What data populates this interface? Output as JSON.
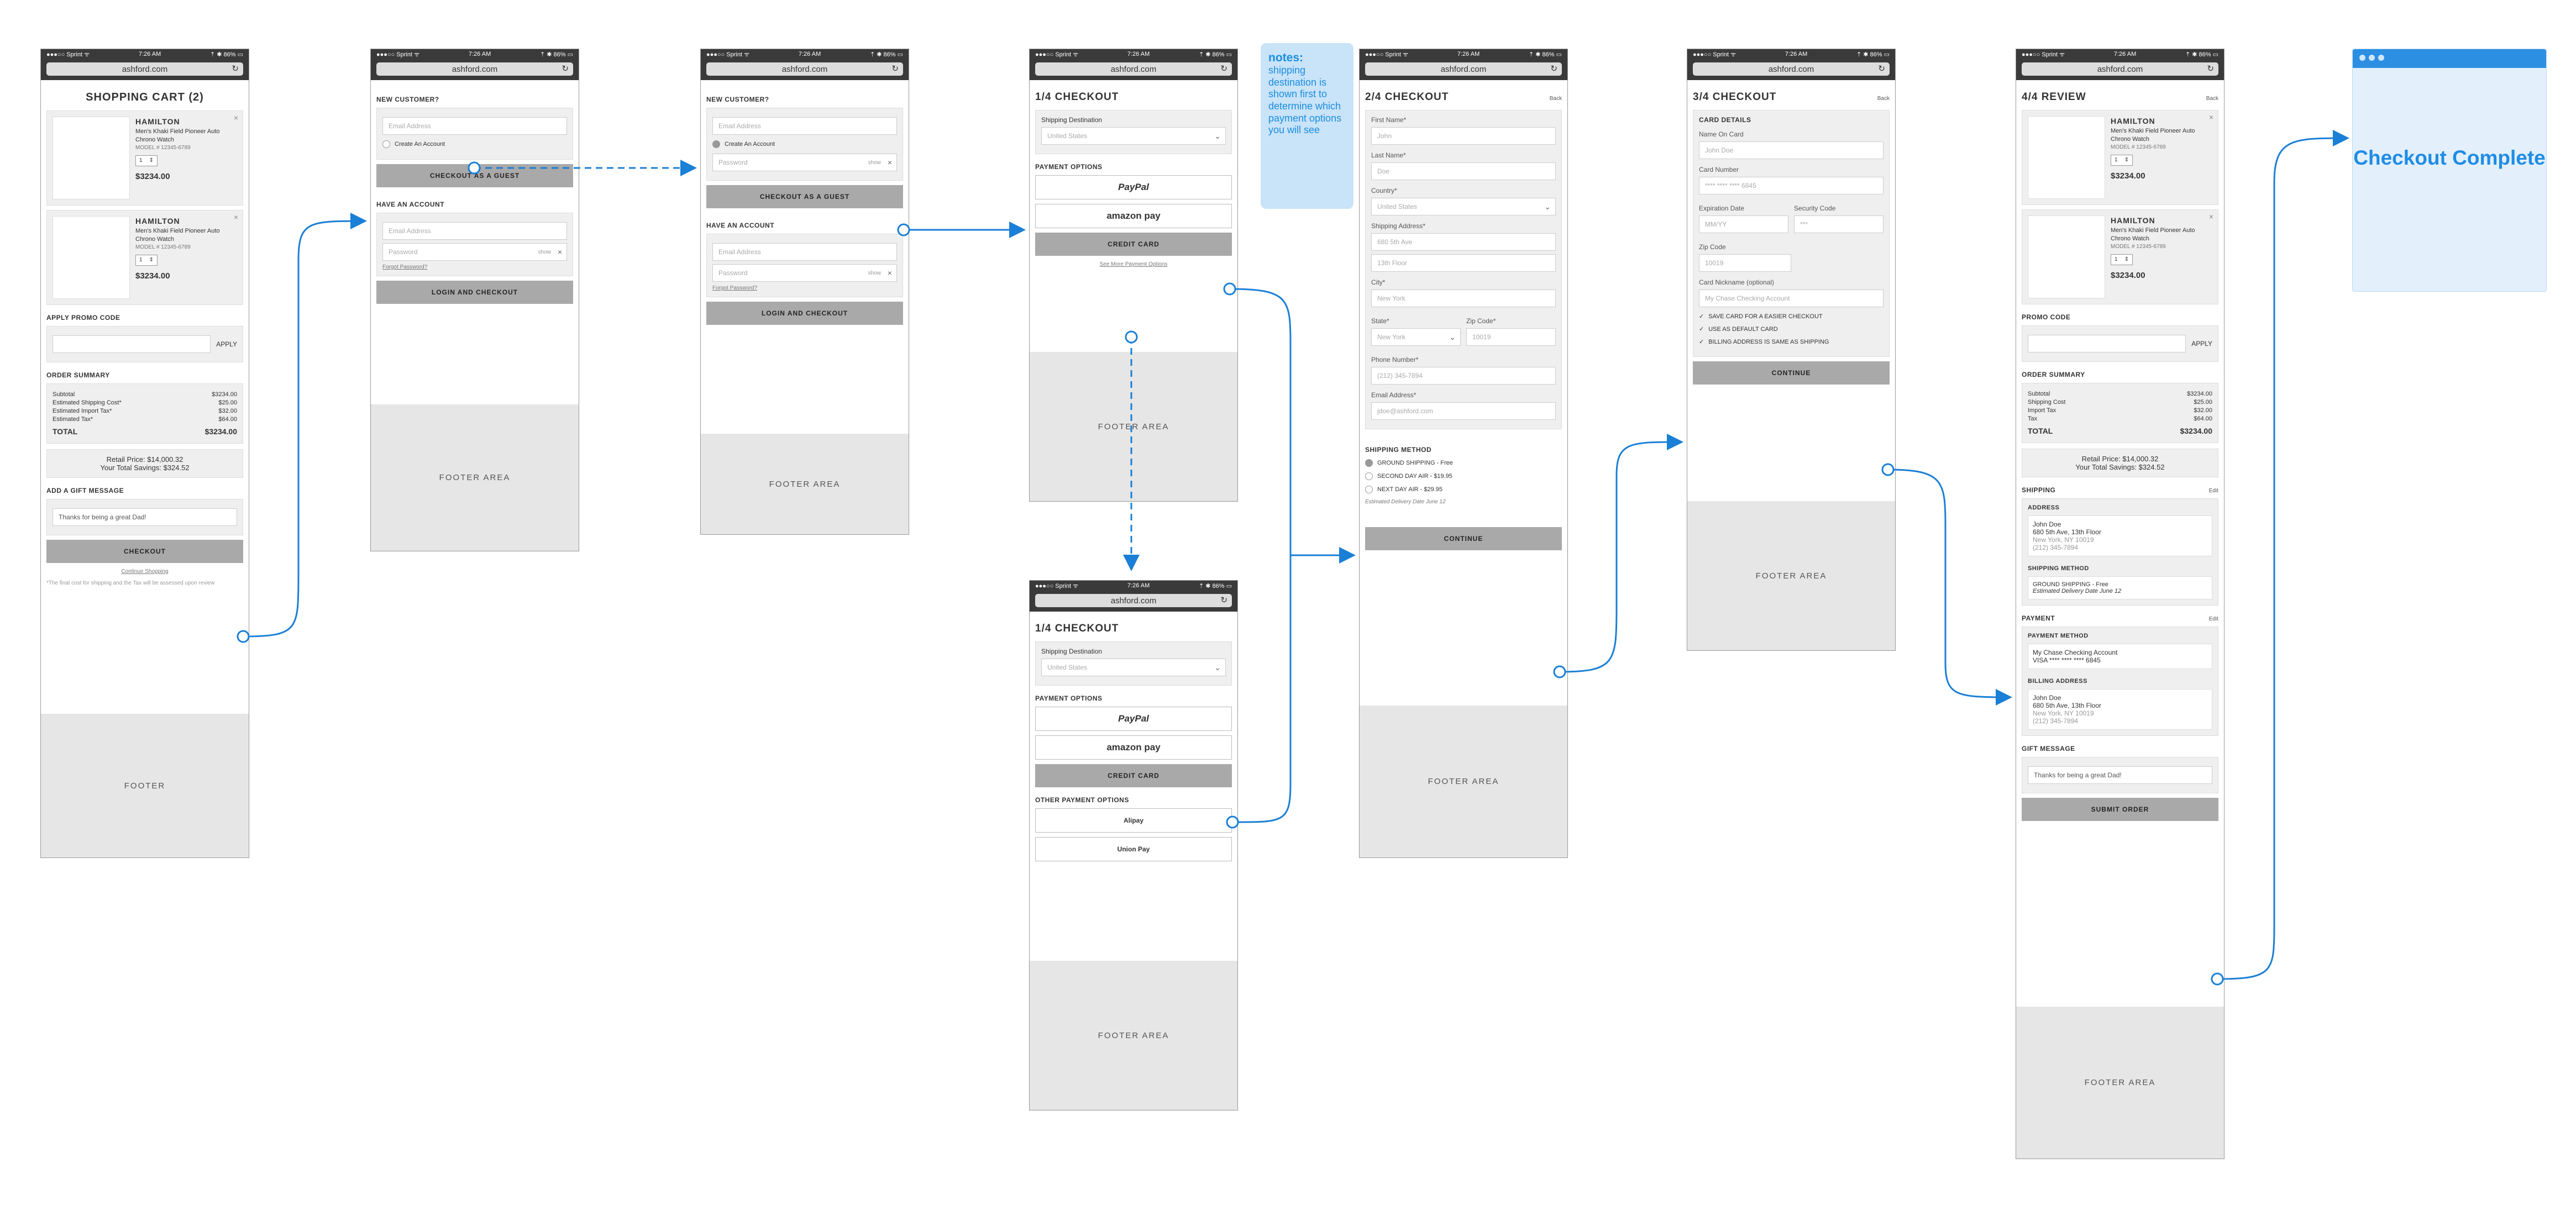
{
  "status": {
    "carrier": "●●●○○ Sprint ᯤ",
    "time": "7:26 AM",
    "battery": "⇡ ✱ 86% ▭"
  },
  "url": "ashford.com",
  "cart": {
    "title": "SHOPPING CART (2)",
    "items": [
      {
        "brand": "HAMILTON",
        "name": "Men's Khaki Field Pioneer Auto Chrono Watch",
        "model": "MODEL # 12345-6789",
        "qty": "1",
        "price": "$3234.00"
      },
      {
        "brand": "HAMILTON",
        "name": "Men's Khaki Field Pioneer Auto Chrono Watch",
        "model": "MODEL # 12345-6789",
        "qty": "1",
        "price": "$3234.00"
      }
    ],
    "promo_label": "APPLY PROMO CODE",
    "apply": "APPLY",
    "summary_label": "ORDER SUMMARY",
    "summary": [
      [
        "Subtotal",
        "$3234.00"
      ],
      [
        "Estimated Shipping Cost*",
        "$25.00"
      ],
      [
        "Estimated Import Tax*",
        "$32.00"
      ],
      [
        "Estimated Tax*",
        "$64.00"
      ]
    ],
    "total_label": "TOTAL",
    "total": "$3234.00",
    "retail": "Retail Price: $14,000.32",
    "savings": "Your Total Savings: $324.52",
    "gift_label": "ADD A GIFT MESSAGE",
    "gift": "Thanks for being a great Dad!",
    "checkout": "CHECKOUT",
    "continue": "Continue Shopping",
    "fine": "*The final cost for shipping and the Tax will be assessed upon review",
    "footer": "FOOTER"
  },
  "login": {
    "new": "NEW CUSTOMER?",
    "email": "Email Address",
    "create": "Create An Account",
    "guest": "CHECKOUT AS A GUEST",
    "have": "HAVE AN ACCOUNT",
    "password": "Password",
    "show": "show",
    "forgot": "Forgot Password?",
    "login": "LOGIN AND CHECKOUT",
    "footer": "FOOTER AREA"
  },
  "s1": {
    "title": "1/4 CHECKOUT",
    "dest": "Shipping Destination",
    "country": "United States",
    "pay": "PAYMENT OPTIONS",
    "paypal": "PayPal",
    "amazon": "amazon pay",
    "credit": "CREDIT CARD",
    "more": "See More Payment Options",
    "other": "OTHER PAYMENT OPTIONS",
    "o1": "Alipay",
    "o2": "Union Pay",
    "footer": "FOOTER AREA"
  },
  "note": {
    "title": "notes:",
    "text": "shipping destination is shown first to determine which payment options you will see"
  },
  "s2": {
    "title": "2/4 CHECKOUT",
    "back": "Back",
    "fields": [
      [
        "First Name*",
        "John"
      ],
      [
        "Last Name*",
        "Doe"
      ],
      [
        "Country*",
        "United States"
      ],
      [
        "Shipping Address*",
        "680 5th Ave"
      ],
      [
        "",
        "13th Floor"
      ],
      [
        "City*",
        "New York"
      ]
    ],
    "state_l": "State*",
    "state": "New York",
    "zip_l": "Zip Code*",
    "zip": "10019",
    "phone_l": "Phone Number*",
    "phone": "(212) 345-7894",
    "email_l": "Email Address*",
    "email": "jdoe@ashford.com",
    "method": "SHIPPING METHOD",
    "opts": [
      "GROUND SHIPPING - Free",
      "SECOND DAY AIR - $19.95",
      "NEXT DAY AIR - $29.95"
    ],
    "delivery": "Estimated Delivery Date June 12",
    "cont": "CONTINUE",
    "footer": "FOOTER AREA"
  },
  "s3": {
    "title": "3/4 CHECKOUT",
    "back": "Back",
    "sec": "CARD DETAILS",
    "name_l": "Name On Card",
    "name": "John Doe",
    "num_l": "Card Number",
    "num": "**** **** **** 6845",
    "exp_l": "Expiration Date",
    "exp": "MM/YY",
    "code_l": "Security Code",
    "code": "***",
    "zip_l": "Zip Code",
    "zip": "10019",
    "nick_l": "Card Nickname (optional)",
    "nick": "My Chase Checking Account",
    "checks": [
      "SAVE CARD FOR A EASIER CHECKOUT",
      "USE AS DEFAULT CARD",
      "BILLING ADDRESS IS SAME AS SHIPPING"
    ],
    "cont": "CONTINUE",
    "footer": "FOOTER AREA"
  },
  "s4": {
    "title": "4/4 REVIEW",
    "back": "Back",
    "promo": "PROMO CODE",
    "apply": "APPLY",
    "summary_label": "ORDER SUMMARY",
    "summary": [
      [
        "Subtotal",
        "$3234.00"
      ],
      [
        "Shipping Cost",
        "$25.00"
      ],
      [
        "Import Tax",
        "$32.00"
      ],
      [
        "Tax",
        "$64.00"
      ]
    ],
    "total": "$3234.00",
    "ship": "SHIPPING",
    "edit": "Edit",
    "addr_l": "ADDRESS",
    "addr": [
      "John Doe",
      "680 5th Ave, 13th Floor",
      "New York, NY 10019",
      "(212) 345-7894"
    ],
    "method_l": "SHIPPING METHOD",
    "method": "GROUND SHIPPING - Free",
    "delivery": "Estimated Delivery Date June 12",
    "pay": "PAYMENT",
    "paym_l": "PAYMENT METHOD",
    "card": "My Chase Checking Account",
    "visa": "VISA **** **** **** 6845",
    "bill_l": "BILLING ADDRESS",
    "gift_l": "GIFT MESSAGE",
    "gift": "Thanks for being a great Dad!",
    "submit": "SUBMIT ORDER",
    "footer": "FOOTER AREA"
  },
  "complete": "Checkout Complete"
}
